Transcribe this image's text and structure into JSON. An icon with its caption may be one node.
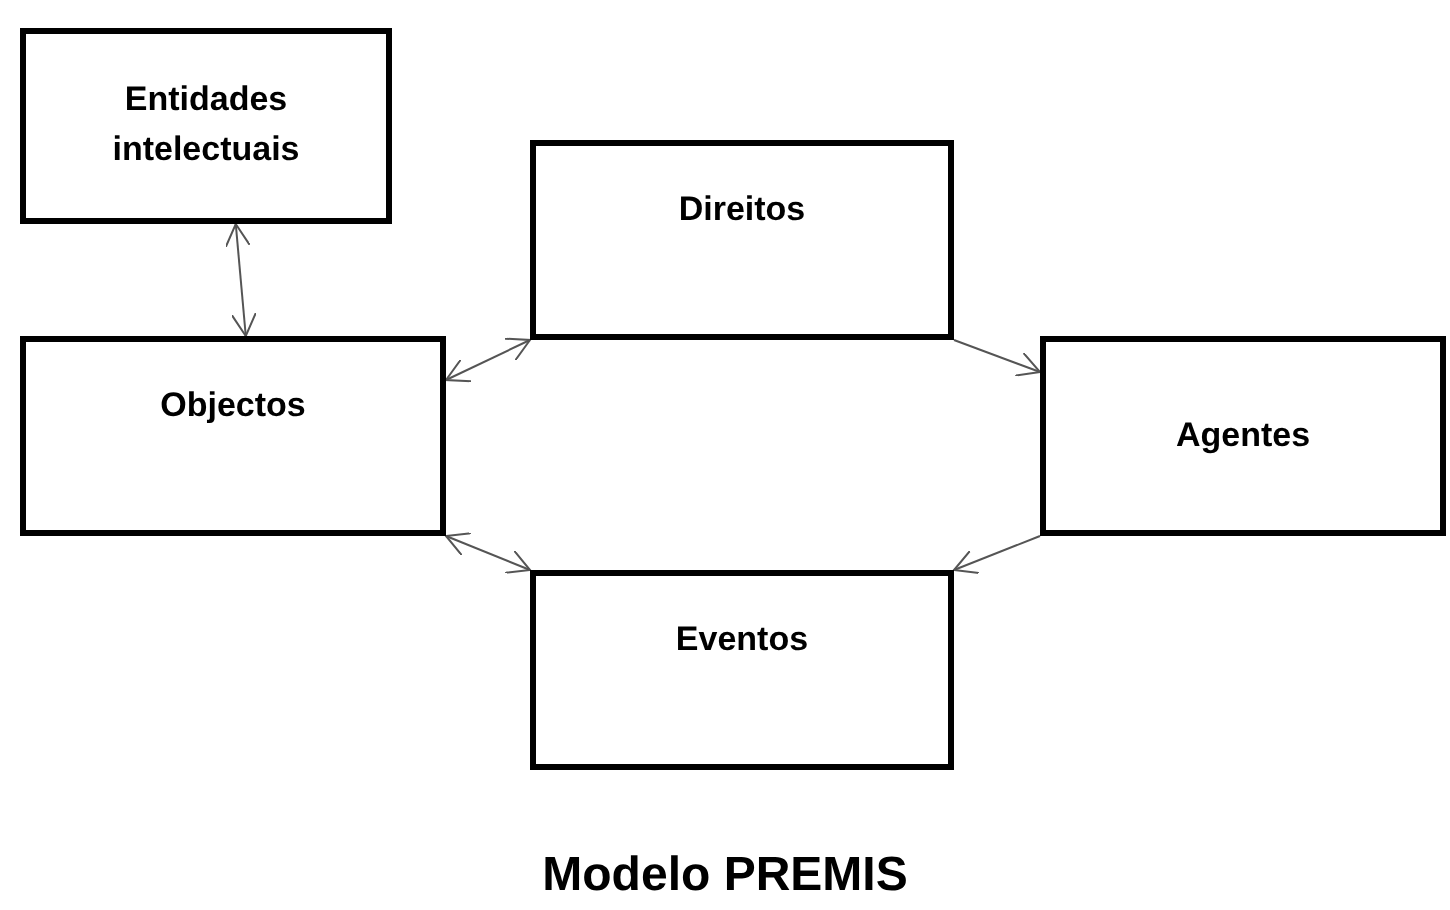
{
  "diagram": {
    "caption": "Modelo PREMIS",
    "nodes": [
      {
        "text": [
          "Entidades intelectuais"
        ]
      },
      {
        "text": [
          "Objectos"
        ]
      },
      {
        "text": [
          "Direitos"
        ]
      },
      {
        "text": [
          "Agentes"
        ]
      },
      {
        "text": [
          "Eventos"
        ]
      }
    ],
    "edges": [
      {
        "from": 0,
        "to": 1,
        "arrow": "both"
      },
      {
        "from": 1,
        "to": 2,
        "arrow": "both"
      },
      {
        "from": 2,
        "to": 3,
        "arrow": "to"
      },
      {
        "from": 3,
        "to": 4,
        "arrow": "to"
      },
      {
        "from": 4,
        "to": 1,
        "arrow": "both"
      }
    ]
  }
}
